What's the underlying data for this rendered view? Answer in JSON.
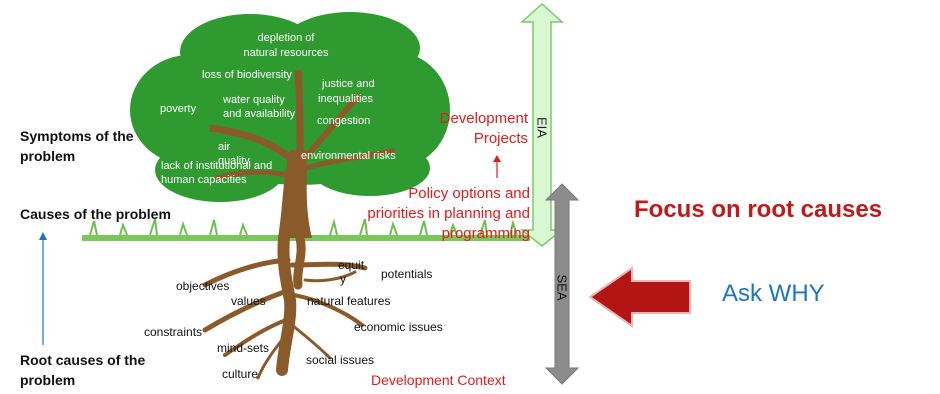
{
  "left_labels": {
    "symptoms_line1": "Symptoms of the",
    "symptoms_line2": "problem",
    "causes": "Causes of the problem",
    "root_line1": "Root causes of the",
    "root_line2": "problem"
  },
  "canopy_items": {
    "depletion_line1": "depletion of",
    "depletion_line2": "natural resources",
    "biodiversity": "loss of biodiversity",
    "justice_line1": "justice and",
    "justice_line2": "inequalities",
    "poverty": "poverty",
    "water_line1": "water quality",
    "water_line2": "and availability",
    "congestion": "congestion",
    "air_line1": "air",
    "air_line2": "quality",
    "lack_line1": "lack of institutional and",
    "lack_line2": "human capacities",
    "env_risks": "environmental risks"
  },
  "root_items": {
    "objectives": "objectives",
    "values": "values",
    "equity_line1": "equit",
    "equity_line2": "y",
    "potentials": "potentials",
    "natural_features": "natural features",
    "constraints": "constraints",
    "economic_issues": "economic issues",
    "mindsets": "mind-sets",
    "social_issues": "social issues",
    "culture": "culture"
  },
  "red_labels": {
    "dev_projects_line1": "Development",
    "dev_projects_line2": "Projects",
    "policy_line1": "Policy options and",
    "policy_line2": "priorities in planning and",
    "policy_line3": "programming",
    "dev_context": "Development Context"
  },
  "arrows": {
    "eia": "EIA",
    "sea": "SEA"
  },
  "right": {
    "focus": "Focus on root causes",
    "ask_why": "Ask WHY"
  },
  "colors": {
    "canopy": "#2f9a2f",
    "trunk": "#8b5a2b",
    "eia_arrow": "#d9f7d0",
    "sea_arrow": "#8c8c8c",
    "red_arrow": "#b31515",
    "red_text": "#e11b1b",
    "blue_text": "#1f74c0"
  }
}
